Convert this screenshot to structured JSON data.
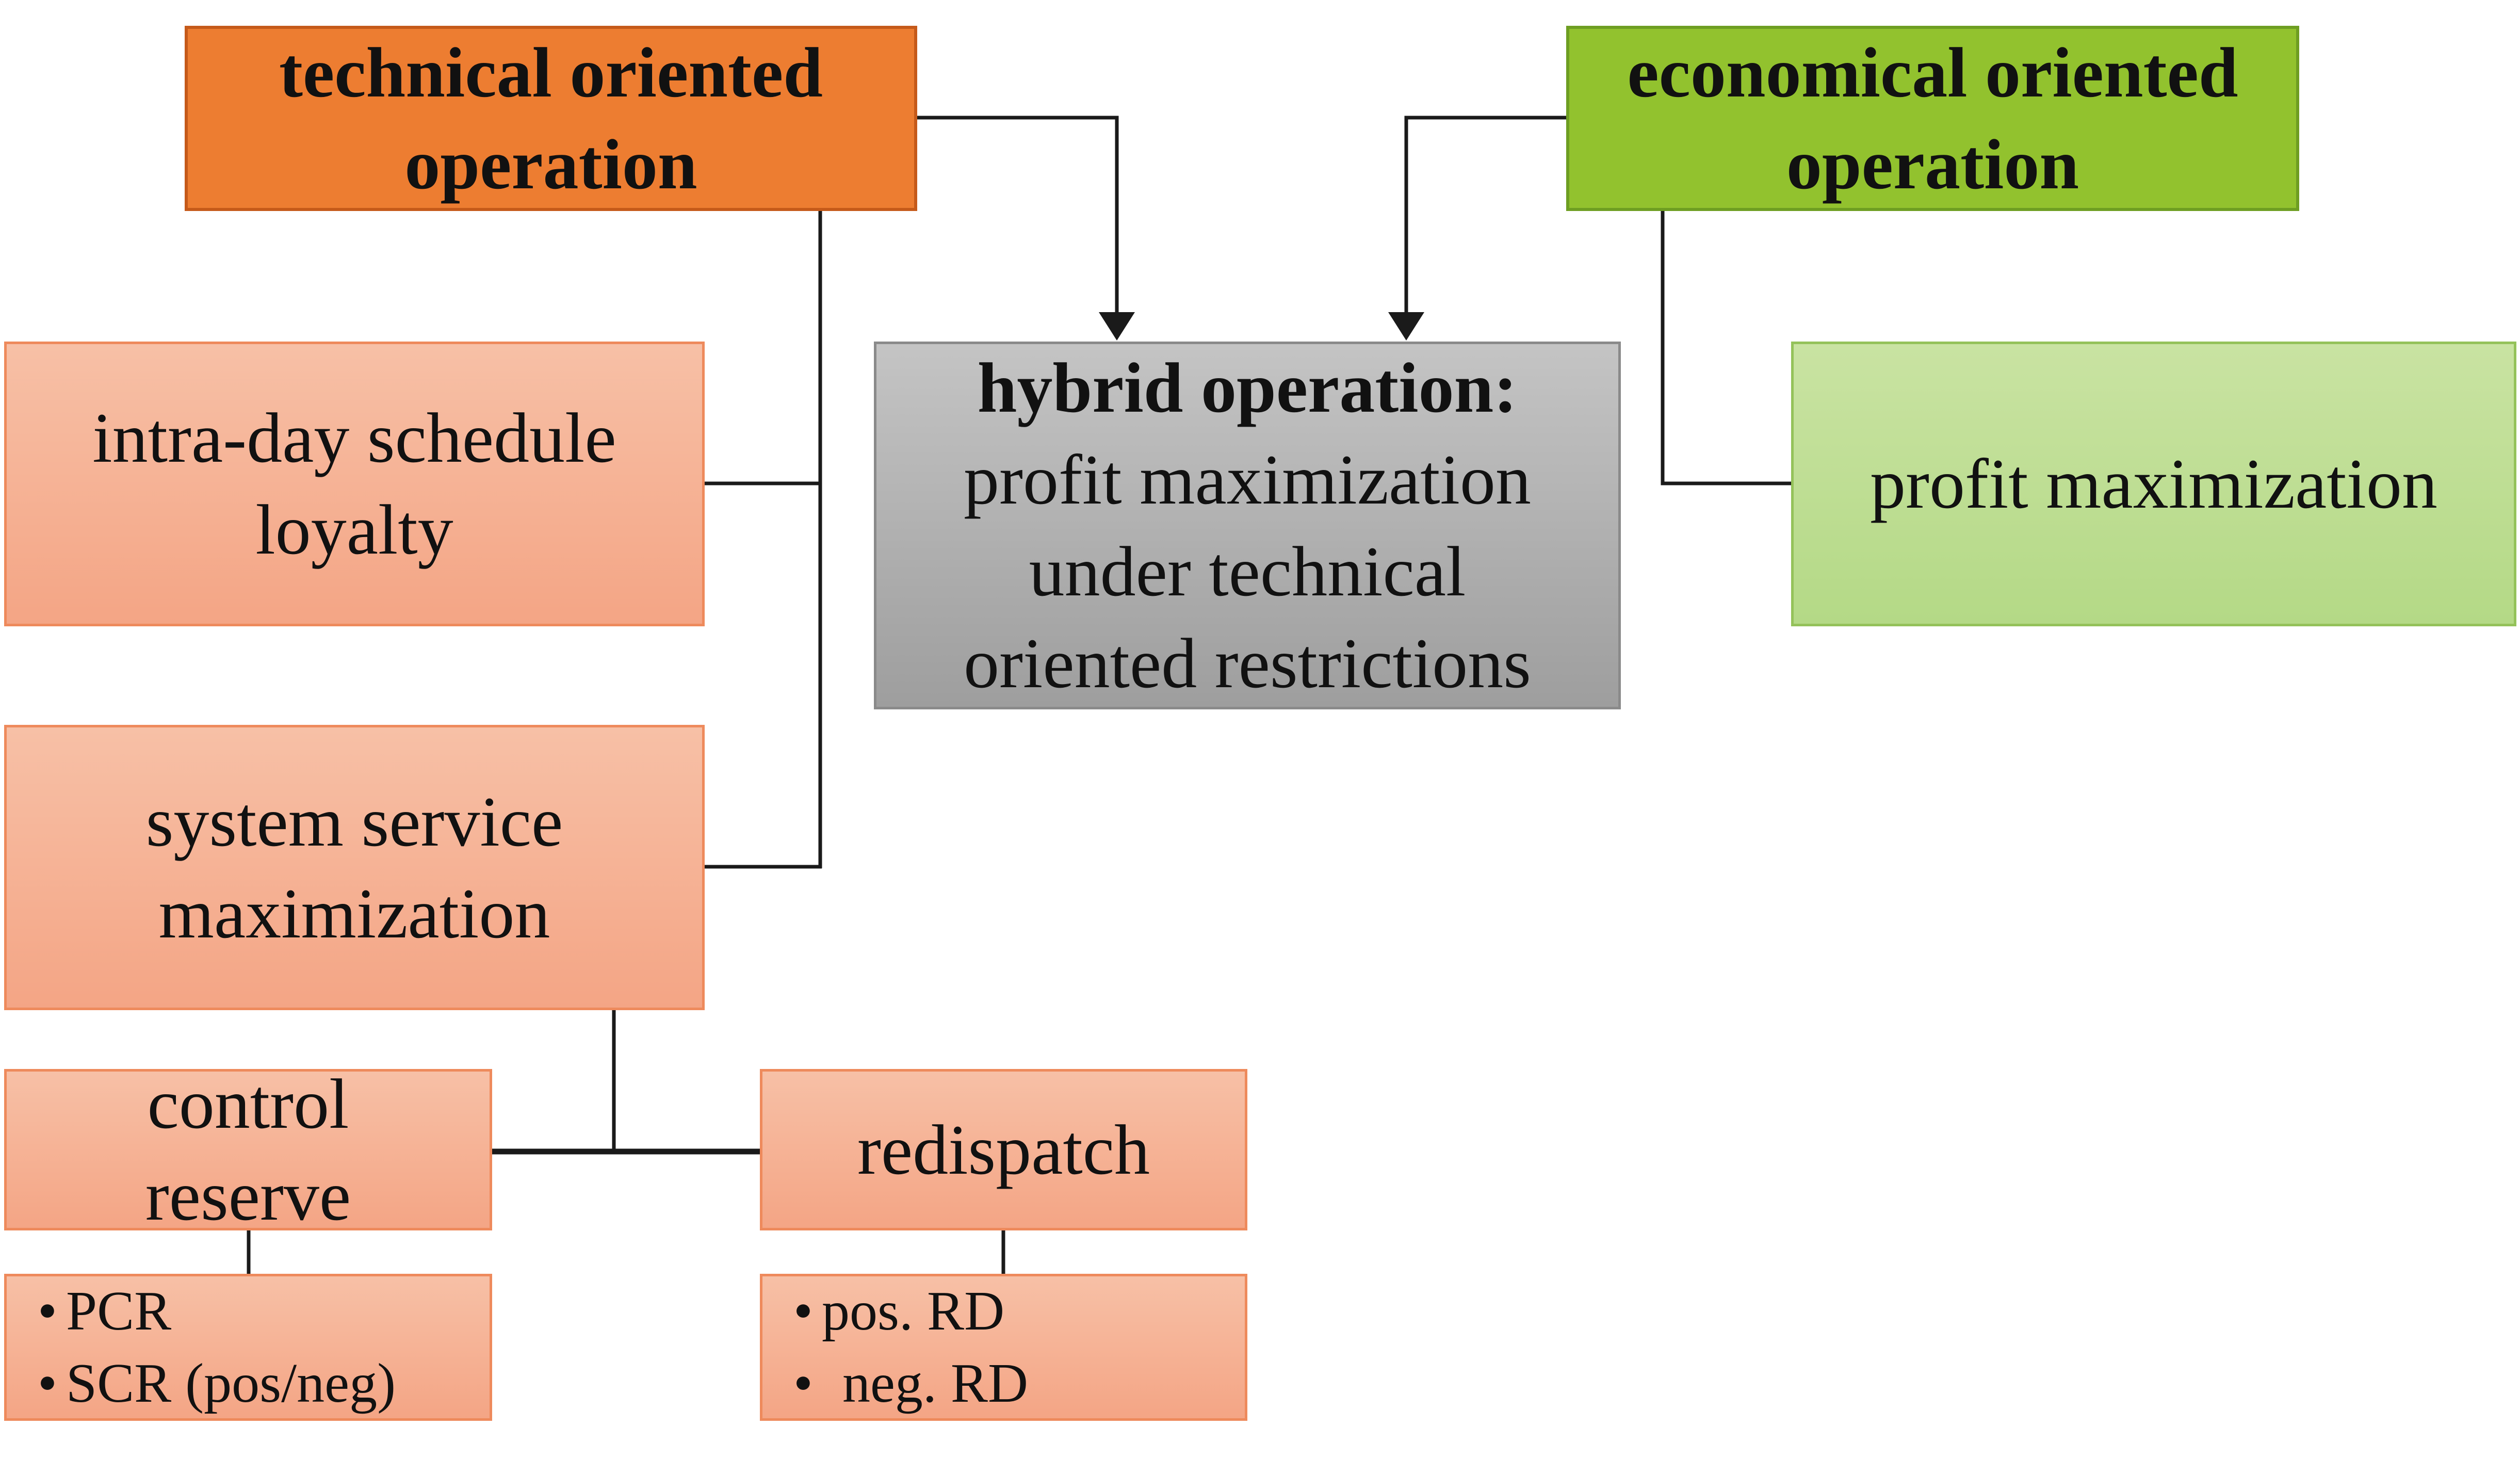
{
  "diagram": {
    "technical": {
      "line1": "technical oriented",
      "line2": "operation"
    },
    "economical": {
      "line1": "economical oriented",
      "line2": "operation"
    },
    "hybrid": {
      "title": "hybrid operation:",
      "line2": "profit maximization",
      "line3": "under technical",
      "line4": "oriented restrictions"
    },
    "intraday": {
      "line1": "intra-day schedule",
      "line2": "loyalty"
    },
    "system_service": {
      "line1": "system service",
      "line2": "maximization"
    },
    "control_reserve": {
      "line1": "control",
      "line2": "reserve"
    },
    "redispatch": {
      "label": "redispatch"
    },
    "control_list": {
      "bullet": "•",
      "items": [
        "PCR",
        "SCR (pos/neg)"
      ]
    },
    "redispatch_list": {
      "bullet": "•",
      "items": [
        "pos. RD",
        "neg. RD"
      ]
    },
    "profit": {
      "label": "profit maximization"
    },
    "colors": {
      "technical": "#ED7D31",
      "economical": "#92C22E",
      "hybrid": "#ACACAC",
      "light_orange": "#F5B293",
      "light_green": "#BEDD93",
      "connector": "#1A1A1A"
    }
  }
}
